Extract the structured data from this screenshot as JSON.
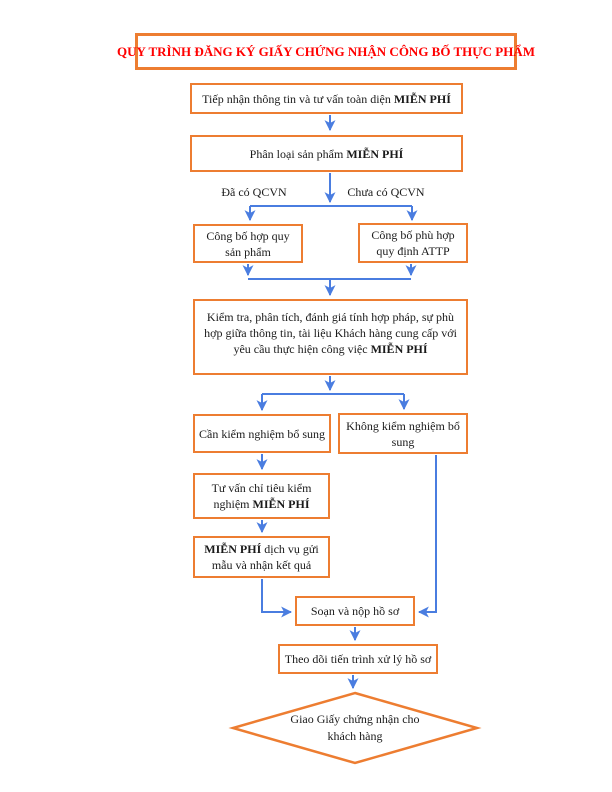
{
  "title": "QUY TRÌNH ĐĂNG KÝ GIẤY CHỨNG NHẬN CÔNG BỐ THỰC PHẨM",
  "colors": {
    "box_border_orange": "#ED7D31",
    "arrow_blue": "#4A7DE0",
    "title_red": "#FF0000",
    "body_text": "#1a1a1a"
  },
  "branch_labels": {
    "has_qcvn": "Đã có QCVN",
    "no_qcvn": "Chưa có QCVN"
  },
  "nodes": {
    "receive": {
      "text": "Tiếp nhận thông tin và tư vấn toàn diện",
      "emphasis": "MIỄN PHÍ"
    },
    "classify": {
      "text": "Phân loại sản phẩm",
      "emphasis": "MIỄN PHÍ"
    },
    "conformity": {
      "text": "Công bố hợp quy sản phẩm"
    },
    "attp": {
      "text": "Công bố phù hợp quy định ATTP"
    },
    "review": {
      "text": "Kiểm tra, phân tích, đánh giá tính hợp pháp, sự phù hợp giữa thông tin, tài liệu Khách hàng cung cấp với yêu cầu thực hiện công việc",
      "emphasis": "MIỄN PHÍ"
    },
    "need_test": {
      "text": "Cần kiểm nghiệm bổ sung"
    },
    "no_test": {
      "text": "Không kiểm nghiệm bổ sung"
    },
    "criteria": {
      "text": "Tư vấn chỉ tiêu kiểm nghiệm",
      "emphasis": "MIỄN PHÍ"
    },
    "free_service": {
      "emphasis": "MIỄN PHÍ",
      "text": "dịch vụ gửi mẫu và nhận kết quả"
    },
    "submit": {
      "text": "Soạn và nộp hồ sơ"
    },
    "track": {
      "text": "Theo dõi tiến trình xử lý hồ sơ"
    },
    "deliver": {
      "text": "Giao Giấy chứng nhận cho khách hàng"
    }
  }
}
